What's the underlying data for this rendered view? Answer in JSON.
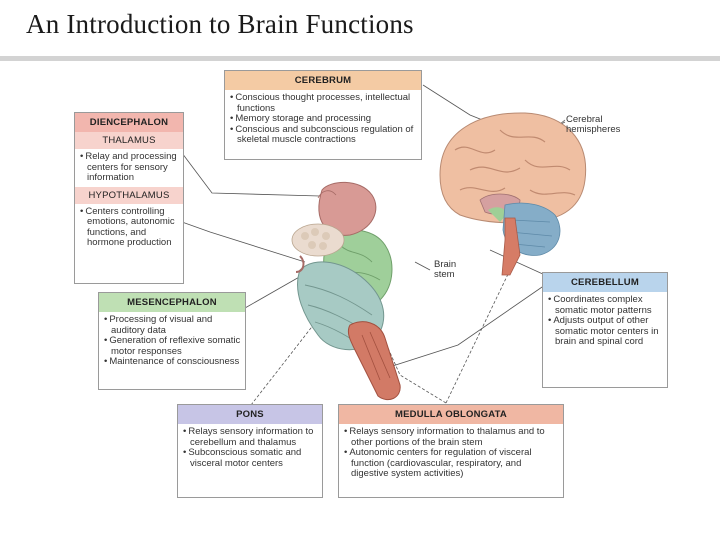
{
  "slide": {
    "title": "An Introduction to Brain Functions"
  },
  "diagram": {
    "cerebrum": {
      "title": "CEREBRUM",
      "items": [
        "Conscious thought processes, intellectual functions",
        "Memory storage and processing",
        "Conscious and subconscious regulation of skeletal muscle contractions"
      ]
    },
    "diencephalon": {
      "title": "DIENCEPHALON",
      "thalamus": {
        "title": "THALAMUS",
        "items": [
          "Relay and processing centers for sensory information"
        ]
      },
      "hypothalamus": {
        "title": "HYPOTHALAMUS",
        "items": [
          "Centers controlling emotions, autonomic functions, and hormone production"
        ]
      }
    },
    "mesencephalon": {
      "title": "MESENCEPHALON",
      "items": [
        "Processing of visual and auditory data",
        "Generation of reflexive somatic motor responses",
        "Maintenance of consciousness"
      ]
    },
    "cerebellum": {
      "title": "CEREBELLUM",
      "items": [
        "Coordinates complex somatic motor patterns",
        "Adjusts output of other somatic motor centers in brain and spinal cord"
      ]
    },
    "pons": {
      "title": "PONS",
      "items": [
        "Relays sensory information to cerebellum and thalamus",
        "Subconscious somatic and visceral motor centers"
      ]
    },
    "medulla": {
      "title": "MEDULLA OBLONGATA",
      "items": [
        "Relays sensory information to thalamus and to other portions of the brain stem",
        "Autonomic centers for regulation of visceral function (cardiovascular, respiratory, and digestive system activities)"
      ]
    },
    "labels": {
      "cerebral_hemispheres": "Cerebral hemispheres",
      "brain_stem": "Brain stem"
    }
  },
  "colors": {
    "cerebrum": "#e9b99e",
    "diencephalon": "#d89a95",
    "mesencephalon": "#9ccc9a",
    "pons": "#a4c7c2",
    "medulla": "#d27a66",
    "cerebellum": "#7fa7c4"
  }
}
